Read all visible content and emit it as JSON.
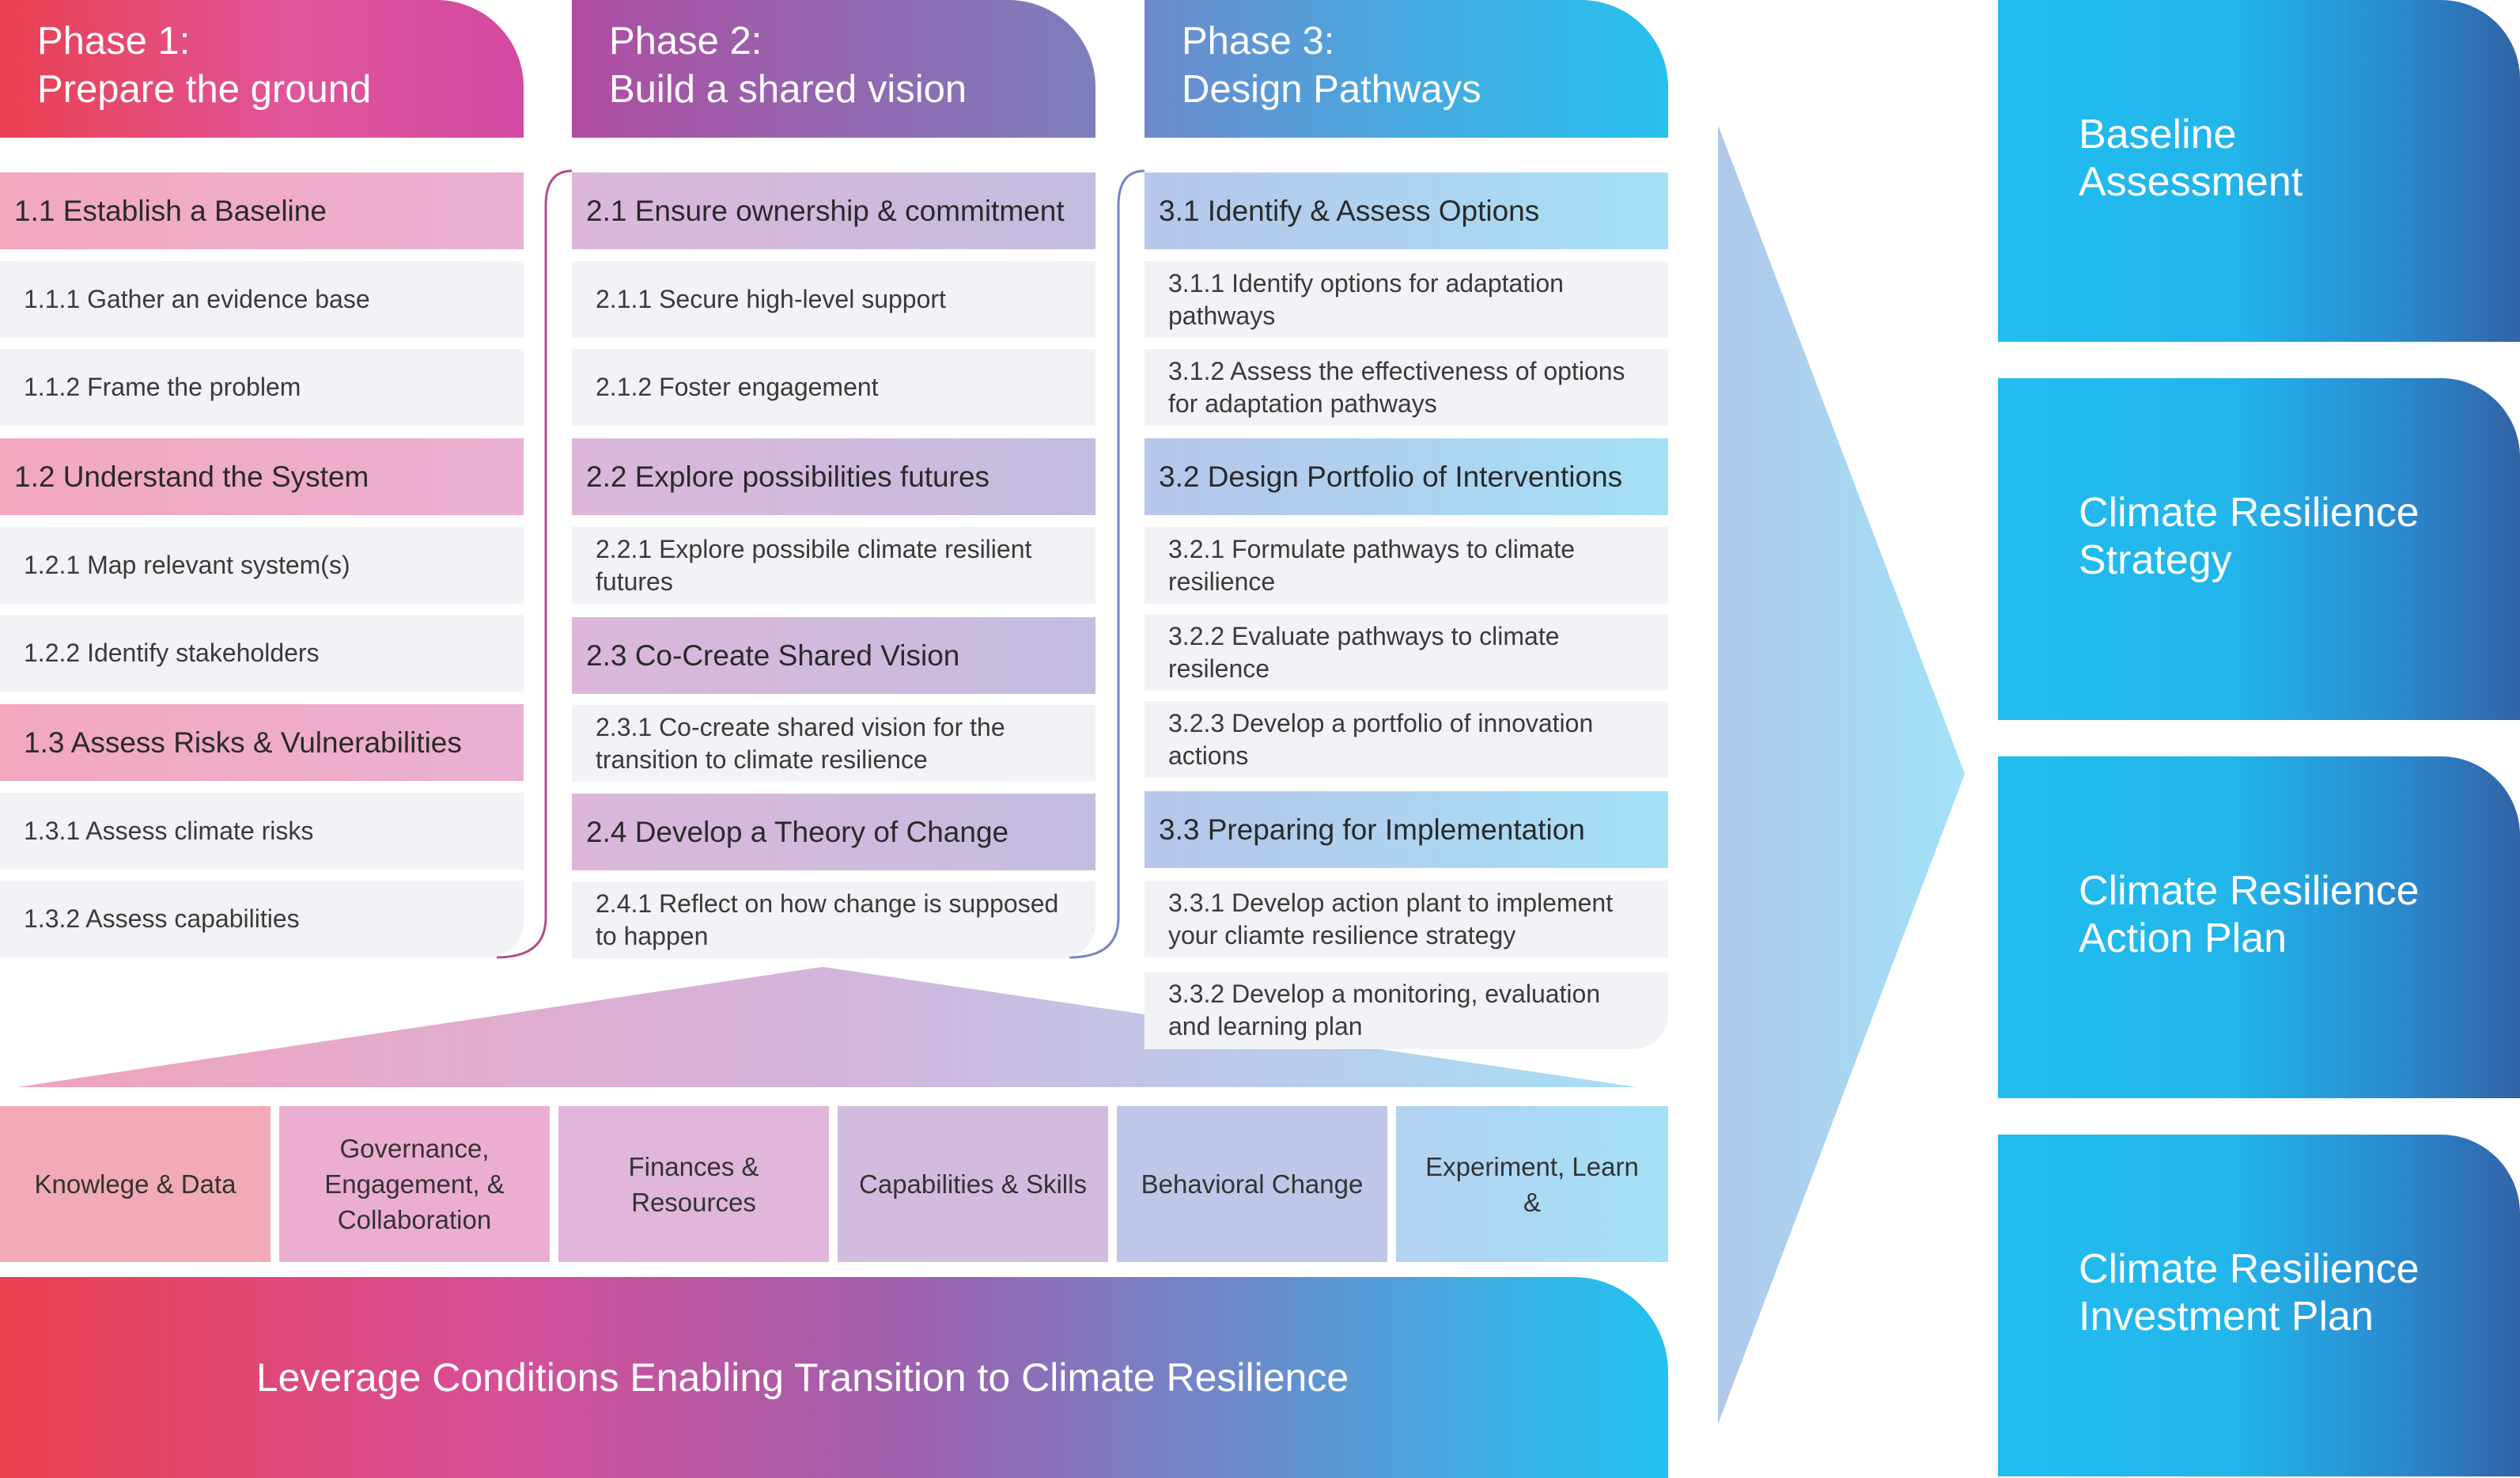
{
  "phases": [
    {
      "title_line1": "Phase 1:",
      "title_line2": "Prepare the ground",
      "groups": [
        {
          "label": "1.1 Establish a Baseline",
          "items": [
            "1.1.1 Gather an evidence base",
            "1.1.2 Frame the problem"
          ]
        },
        {
          "label": "1.2 Understand the System",
          "items": [
            "1.2.1 Map relevant system(s)",
            "1.2.2 Identify stakeholders"
          ]
        },
        {
          "label": "1.3 Assess Risks & Vulnerabilities",
          "items": [
            "1.3.1 Assess climate risks",
            "1.3.2 Assess capabilities"
          ]
        }
      ]
    },
    {
      "title_line1": "Phase 2:",
      "title_line2": "Build a shared vision",
      "groups": [
        {
          "label": "2.1 Ensure ownership & commitment",
          "items": [
            "2.1.1 Secure high-level support",
            "2.1.2 Foster engagement"
          ]
        },
        {
          "label": "2.2 Explore possibilities futures",
          "items": [
            "2.2.1 Explore possibile climate resilient futures"
          ]
        },
        {
          "label": "2.3 Co-Create Shared Vision",
          "items": [
            "2.3.1 Co-create shared vision for the transition to climate resilience"
          ]
        },
        {
          "label": "2.4 Develop a Theory of Change",
          "items": [
            "2.4.1 Reflect on how change is supposed to happen"
          ]
        }
      ]
    },
    {
      "title_line1": "Phase 3:",
      "title_line2": "Design Pathways",
      "groups": [
        {
          "label": "3.1 Identify & Assess Options",
          "items": [
            "3.1.1 Identify options for adaptation pathways",
            "3.1.2 Assess the effectiveness of options for adaptation pathways"
          ]
        },
        {
          "label": "3.2 Design Portfolio of Interventions",
          "items": [
            "3.2.1 Formulate pathways to climate resilience",
            "3.2.2 Evaluate pathways to climate resilence",
            "3.2.3 Develop a portfolio of innovation actions"
          ]
        },
        {
          "label": "3.3 Preparing for Implementation",
          "items": [
            "3.3.1 Develop action plant to implement your cliamte resilience strategy",
            "3.3.2 Develop a monitoring, evaluation and learning plan"
          ]
        }
      ]
    }
  ],
  "enabling_conditions": [
    "Knowlege & Data",
    "Governance, Engagement, & Collaboration",
    "Finances & Resources",
    "Capabilities & Skills",
    "Behavioral Change",
    "Experiment, Learn &"
  ],
  "banner": "Leverage Conditions Enabling Transition to Climate Resilience",
  "outputs": [
    {
      "line1": "Baseline",
      "line2": "Assessment"
    },
    {
      "line1": "Climate Resilience",
      "line2": "Strategy"
    },
    {
      "line1": "Climate Resilience",
      "line2": "Action Plan"
    },
    {
      "line1": "Climate Resilience",
      "line2": "Investment Plan"
    }
  ],
  "colors": {
    "phase1": "#ea4050",
    "phase2": "#9466b0",
    "phase3": "#28c0ee",
    "output": "#22bdf0",
    "output_dark": "#3263a6",
    "subitem_bg": "#f2f3f6"
  }
}
